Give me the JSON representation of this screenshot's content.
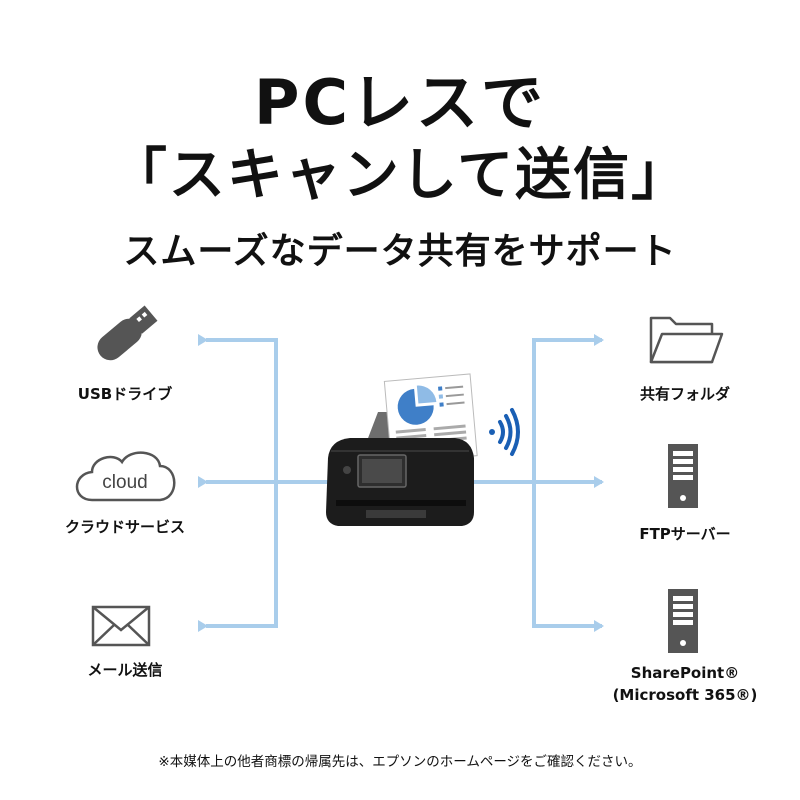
{
  "headline": {
    "line1": "PCレスで",
    "line2": "「スキャンして送信」",
    "line3": "スムーズなデータ共有をサポート"
  },
  "destinations_left": [
    {
      "label": "USBドライブ",
      "icon": "usb-drive-icon"
    },
    {
      "label": "クラウドサービス",
      "icon": "cloud-icon",
      "icon_text": "cloud"
    },
    {
      "label": "メール送信",
      "icon": "mail-envelope-icon"
    }
  ],
  "destinations_right": [
    {
      "label": "共有フォルダ",
      "icon": "folder-icon"
    },
    {
      "label": "FTPサーバー",
      "icon": "server-icon"
    },
    {
      "label": "SharePoint®",
      "label2": "(Microsoft 365®)",
      "icon": "server-icon"
    }
  ],
  "center_device": {
    "icon": "document-scanner-icon",
    "wireless_icon": "wifi-signal-icon"
  },
  "colors": {
    "connector": "#a9cdeb",
    "icon_dark": "#555555",
    "text": "#111111",
    "wifi": "#1a5fb4"
  },
  "footnote": "※本媒体上の他者商標の帰属先は、エプソンのホームページをご確認ください。"
}
